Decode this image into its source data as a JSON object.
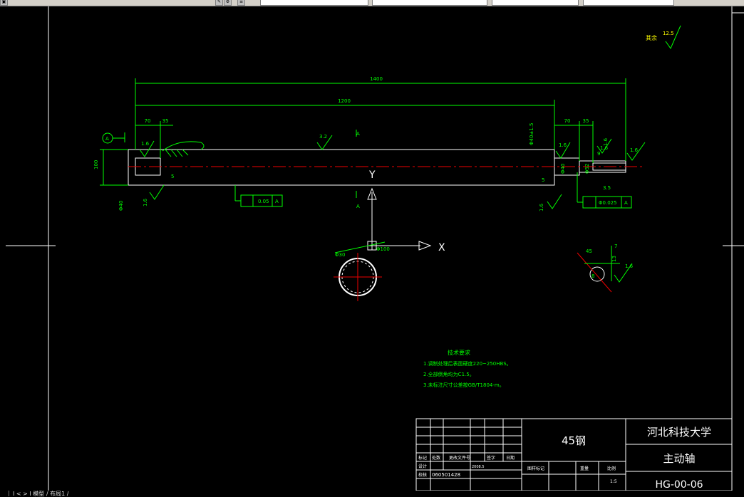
{
  "toolbar": {
    "buttons": [
      "folder-icon",
      "pen-icon",
      "settings-icon"
    ],
    "fields": [
      "",
      "",
      "",
      "",
      ""
    ]
  },
  "drawing": {
    "dims": {
      "total_length": "1400",
      "inner_length": "1200",
      "left_70": "70",
      "left_35": "35",
      "right_70": "70",
      "right_35": "35",
      "d100": "100",
      "d40": "Φ40",
      "d52": "Φ52",
      "d5": "5",
      "d6": "5",
      "d35": "3.5",
      "d15a": "1.6",
      "d15b": "1.6",
      "d15c": "1.6",
      "d14": "1.6",
      "d9": "9",
      "d7": "7",
      "d13": "13",
      "dleft_phi": "Φ40",
      "d_right_vertical": "Φ40±1.5",
      "small_45": "45",
      "small_8": "8",
      "tol_right": "Φ0.025",
      "tol_left": "0.05",
      "datum_a": "A",
      "rough_top": "3.2",
      "rough_right_1": "1.6",
      "rough_right_2": "1.6",
      "rough_left_top": "1.6",
      "rough_left_bottom": "1.6",
      "section_d": "Φ100",
      "section_lbl": "Φ30"
    },
    "ucs": {
      "x": "X",
      "y": "Y"
    },
    "roughness_note": {
      "label": "其余",
      "value": "12.5"
    },
    "notes": {
      "title": "技术要求",
      "lines": [
        "1.调制处理后表面硬度220~250HBS。",
        "2.全部倒角均为C1.5。",
        "3.未标注尺寸公差按GB/T1804-m。"
      ]
    }
  },
  "title_block": {
    "material": "45钢",
    "university": "河北科技大学",
    "part_name": "主动轴",
    "drawing_no": "HG-00-06",
    "row_labels": [
      "标记",
      "处数",
      "更改文件号",
      "签字",
      "日期"
    ],
    "design_label": "设计",
    "check_label": "校核",
    "student_id": "060501428",
    "scale_labels": [
      "图样标记",
      "重量",
      "比例"
    ],
    "scale": "1:5",
    "design_name": "",
    "design_date": "2008.5"
  },
  "statusbar": {
    "text": "I < > I 模型 / 布局1 /"
  }
}
